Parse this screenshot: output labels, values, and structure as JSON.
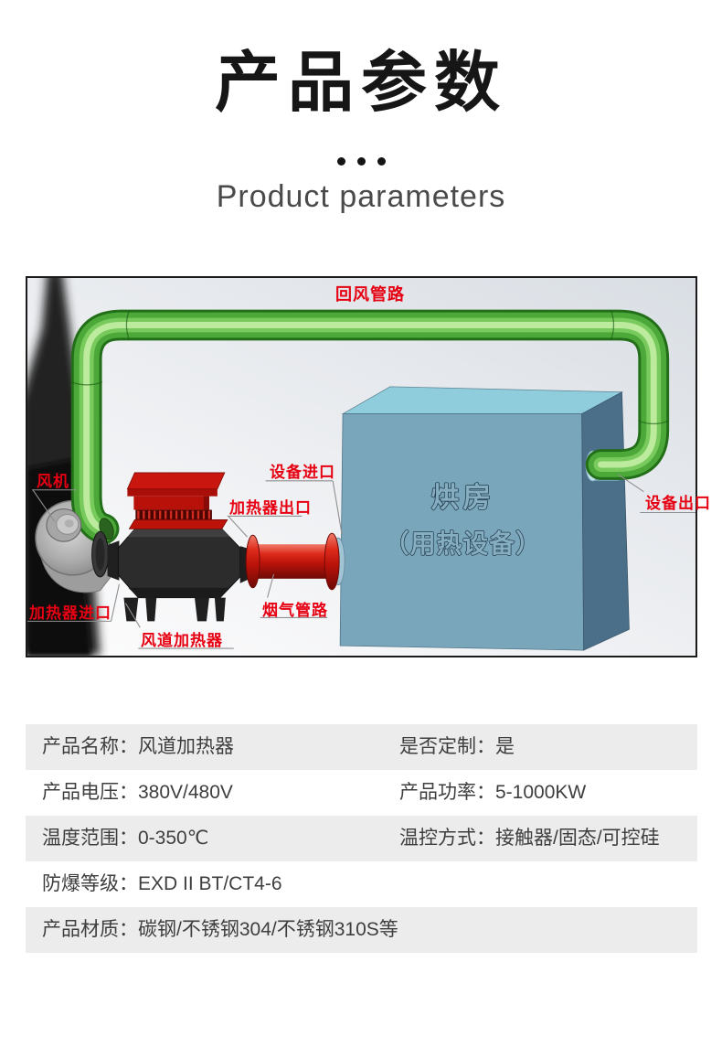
{
  "header": {
    "title": "产品参数",
    "subtitle": "Product parameters"
  },
  "diagram": {
    "labels": {
      "return_air_pipe": "回风管路",
      "fan": "风机",
      "equipment_inlet": "设备进口",
      "heater_outlet": "加热器出口",
      "heater_inlet": "加热器进口",
      "duct_heater": "风道加热器",
      "flue_gas_pipe": "烟气管路",
      "equipment_outlet": "设备出口",
      "oven_name": "烘房",
      "oven_note": "（用热设备）"
    },
    "colors": {
      "label_red": "#e60012",
      "pipe_green": "#4ba839",
      "pipe_red": "#bb130a",
      "oven_blue": "#7aa6bb",
      "heater_body": "#2c2c2c"
    }
  },
  "spec_table": {
    "rows": [
      {
        "cells": [
          {
            "label": "产品名称：",
            "value": "风道加热器"
          },
          {
            "label": "是否定制：",
            "value": "是"
          }
        ]
      },
      {
        "cells": [
          {
            "label": "产品电压：",
            "value": "380V/480V"
          },
          {
            "label": "产品功率：",
            "value": "5-1000KW"
          }
        ]
      },
      {
        "cells": [
          {
            "label": "温度范围：",
            "value": "0-350℃"
          },
          {
            "label": "温控方式：",
            "value": "接触器/固态/可控硅"
          }
        ]
      },
      {
        "cells": [
          {
            "label": "防爆等级：",
            "value": "EXD II BT/CT4-6"
          }
        ]
      },
      {
        "cells": [
          {
            "label": "产品材质：",
            "value": "碳钢/不锈钢304/不锈钢310S等"
          }
        ]
      }
    ]
  }
}
